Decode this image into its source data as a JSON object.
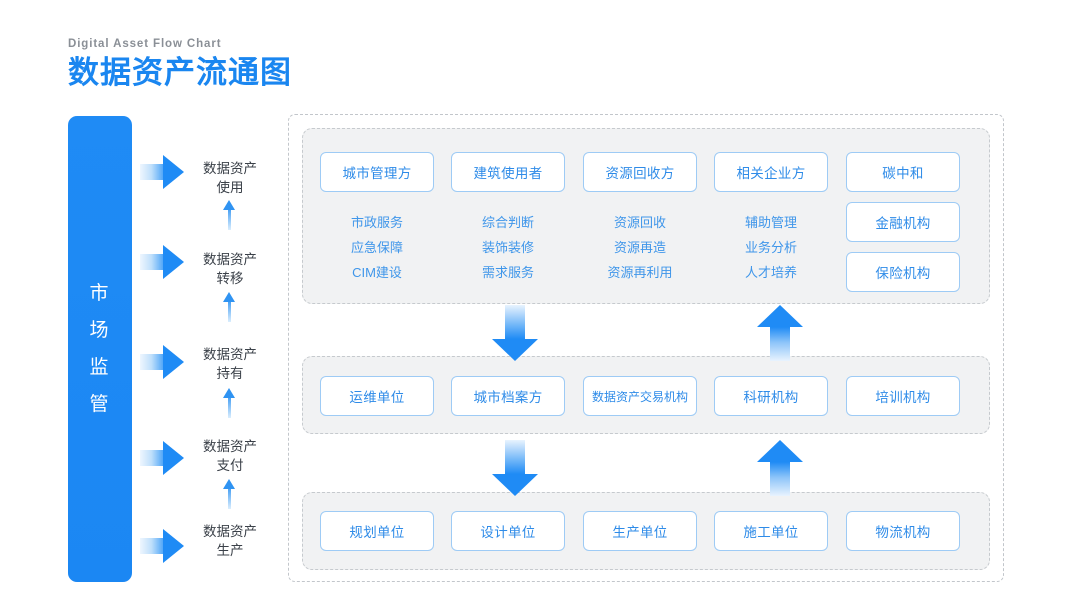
{
  "header": {
    "eyebrow": "Digital Asset Flow Chart",
    "title": "数据资产流通图",
    "accent_color": "#1a86f0"
  },
  "sidebar": {
    "label_chars": [
      "市",
      "场",
      "监",
      "管"
    ],
    "label_full": "市场监管",
    "bar_color": "#1f8bf5",
    "arrow_icon": "right-arrow-icon",
    "arrow_count": 5
  },
  "flow_stages": [
    {
      "line1": "数据资产",
      "line2": "使用"
    },
    {
      "line1": "数据资产",
      "line2": "转移"
    },
    {
      "line1": "数据资产",
      "line2": "持有"
    },
    {
      "line1": "数据资产",
      "line2": "支付"
    },
    {
      "line1": "数据资产",
      "line2": "生产"
    }
  ],
  "stage_connector_icon": "up-arrow-icon",
  "panels": {
    "top": {
      "name": "demand-layer",
      "columns": [
        {
          "boxes": [
            "城市管理方"
          ],
          "items": [
            "市政服务",
            "应急保障",
            "CIM建设"
          ]
        },
        {
          "boxes": [
            "建筑使用者"
          ],
          "items": [
            "综合判断",
            "装饰装修",
            "需求服务"
          ]
        },
        {
          "boxes": [
            "资源回收方"
          ],
          "items": [
            "资源回收",
            "资源再造",
            "资源再利用"
          ]
        },
        {
          "boxes": [
            "相关企业方"
          ],
          "items": [
            "辅助管理",
            "业务分析",
            "人才培养"
          ]
        },
        {
          "boxes": [
            "碳中和",
            "金融机构",
            "保险机构"
          ],
          "items": []
        }
      ]
    },
    "middle": {
      "name": "service-layer",
      "boxes": [
        "运维单位",
        "城市档案方",
        "数据资产交易机构",
        "科研机构",
        "培训机构"
      ]
    },
    "bottom": {
      "name": "production-layer",
      "boxes": [
        "规划单位",
        "设计单位",
        "生产单位",
        "施工单位",
        "物流机构"
      ]
    }
  },
  "connectors": [
    {
      "direction": "down",
      "icon": "down-arrow-icon",
      "from": "top",
      "to": "middle"
    },
    {
      "direction": "up",
      "icon": "up-arrow-icon",
      "from": "middle",
      "to": "top"
    },
    {
      "direction": "down",
      "icon": "down-arrow-icon",
      "from": "middle",
      "to": "bottom"
    },
    {
      "direction": "up",
      "icon": "up-arrow-icon",
      "from": "bottom",
      "to": "middle"
    }
  ],
  "colors": {
    "box_border": "#9ecbf5",
    "box_text": "#2e8be8",
    "sub_text": "#3f96ea",
    "panel_bg": "#f1f2f3",
    "dashed_border": "#c6cace",
    "arrow_blue": "#1f8bf5"
  }
}
